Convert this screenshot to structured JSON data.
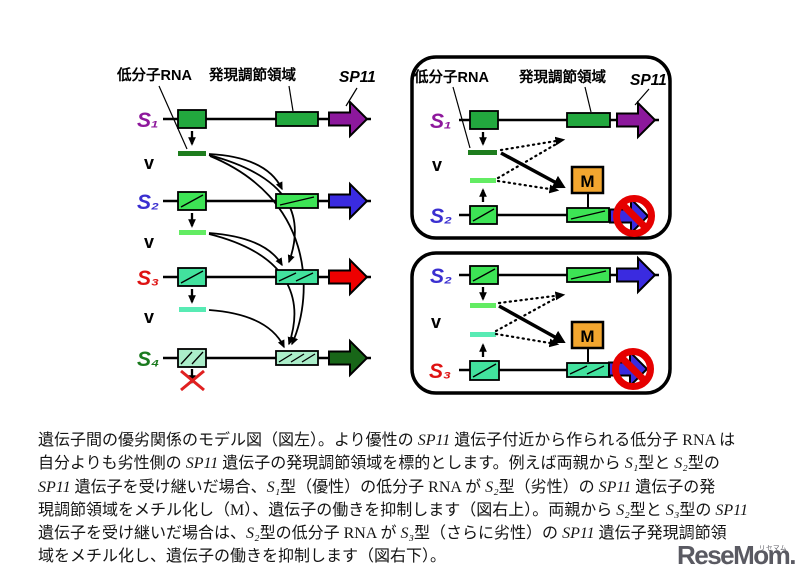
{
  "colors": {
    "label_s1": "#8E189C",
    "label_s2": "#3A2FD0",
    "label_s3": "#DE1212",
    "label_s4": "#1A7A1E",
    "arrow_s1": "#8C189C",
    "arrow_s2": "#3A2BE0",
    "arrow_s3": "#EE0000",
    "arrow_s4": "#186618",
    "box_s1": "#22A83E",
    "box_s2": "#3DE455",
    "box_s3": "#42E29E",
    "box_s4": "#ABEDC9",
    "bar_s1": "#1E7D1E",
    "bar_s2": "#63EC63",
    "bar_s3": "#58EBB4",
    "m_fill": "#F2A62F",
    "prohibit": "#E60000",
    "cross_red": "#E02020",
    "logo": "#5A5A62"
  },
  "legend": {
    "small_rna": "低分子RNA",
    "regulatory": "発現調節領域",
    "sp11": "SP11"
  },
  "left_figure": {
    "alleles": [
      "S₁",
      "S₂",
      "S₃",
      "S₄"
    ],
    "dominance": "v"
  },
  "right_top": {
    "alleles": [
      "S₁",
      "S₂"
    ],
    "dominance": "v",
    "m_label": "M"
  },
  "right_bottom": {
    "alleles": [
      "S₂",
      "S₃"
    ],
    "dominance": "v",
    "m_label": "M"
  },
  "caption": {
    "lines": [
      [
        {
          "t": "遺伝子間の優劣関係のモデル図（図左）。より優性の "
        },
        {
          "t": "SP11",
          "i": true
        },
        {
          "t": " 遺伝子付近から作られる低分子 RNA は"
        }
      ],
      [
        {
          "t": "自分よりも劣性側の "
        },
        {
          "t": "SP11",
          "i": true
        },
        {
          "t": " 遺伝子の発現調節領域を標的とします。例えば両親から "
        },
        {
          "t": "S₁",
          "i": true
        },
        {
          "t": "型と "
        },
        {
          "t": "S₂",
          "i": true
        },
        {
          "t": "型の"
        }
      ],
      [
        {
          "t": "SP11",
          "i": true
        },
        {
          "t": " 遺伝子を受け継いだ場合、"
        },
        {
          "t": "S₁",
          "i": true
        },
        {
          "t": "型（優性）の低分子 RNA が "
        },
        {
          "t": "S₂",
          "i": true
        },
        {
          "t": "型（劣性）の "
        },
        {
          "t": "SP11",
          "i": true
        },
        {
          "t": " 遺伝子の発"
        }
      ],
      [
        {
          "t": "現調節領域をメチル化し（M）、遺伝子の働きを抑制します（図右上）。両親から "
        },
        {
          "t": "S₂",
          "i": true
        },
        {
          "t": "型と "
        },
        {
          "t": "S₃",
          "i": true
        },
        {
          "t": "型の "
        },
        {
          "t": "SP11",
          "i": true
        }
      ],
      [
        {
          "t": "遺伝子を受け継いだ場合は、"
        },
        {
          "t": "S₂",
          "i": true
        },
        {
          "t": "型の低分子 RNA が "
        },
        {
          "t": "S₃",
          "i": true
        },
        {
          "t": "型（さらに劣性）の "
        },
        {
          "t": "SP11",
          "i": true
        },
        {
          "t": " 遺伝子発現調節領"
        }
      ],
      [
        {
          "t": "域をメチル化し、遺伝子の働きを抑制します（図右下）。"
        }
      ]
    ]
  },
  "logo": {
    "text": "ReseMom.",
    "ruby": "リセマム"
  }
}
